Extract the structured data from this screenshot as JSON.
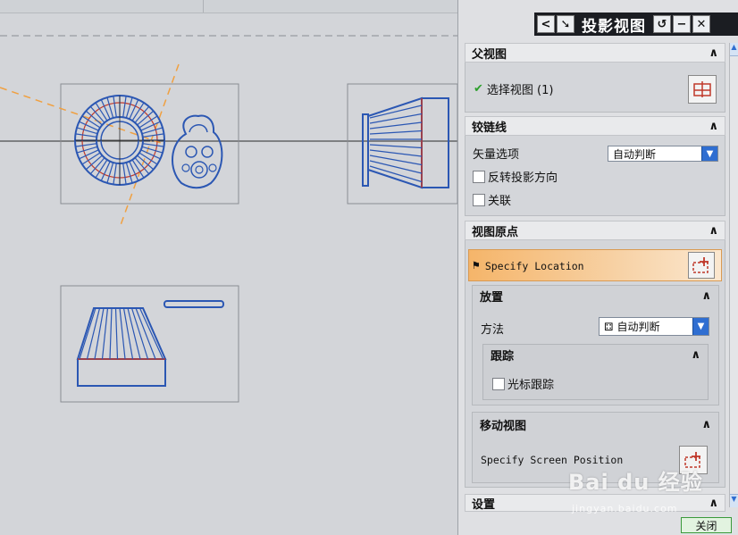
{
  "dialog": {
    "title": "投影视图",
    "back_glyph": "<",
    "arrow_glyph": "➘",
    "reset_glyph": "↺",
    "minimize_glyph": "−",
    "close_glyph": "✕"
  },
  "sections": {
    "parent_view": {
      "heading": "父视图",
      "select_label": "选择视图 (1)",
      "check_glyph": "✔"
    },
    "hinge_line": {
      "heading": "铰链线",
      "vector_label": "矢量选项",
      "vector_value": "自动判断",
      "reverse_label": "反转投影方向",
      "associative_label": "关联"
    },
    "view_origin": {
      "heading": "视图原点",
      "specify_location": "Specify Location",
      "placement": {
        "heading": "放置",
        "method_label": "方法",
        "method_value": "自动判断"
      },
      "tracking": {
        "heading": "跟踪",
        "cursor_tracking_label": "光标跟踪"
      },
      "move_view": {
        "heading": "移动视图",
        "specify_screen_position": "Specify Screen Position"
      }
    },
    "settings": {
      "heading": "设置"
    }
  },
  "collapse_glyph": "∧",
  "close_button_label": "关闭",
  "watermark": {
    "brand": "Bai du 经验",
    "url": "jingyan.baidu.com"
  },
  "colors": {
    "drawing_blue": "#2b57b3",
    "drawing_red": "#c0392b",
    "construction_orange": "#f0a040",
    "accent_blue": "#2f6ed1",
    "titlebar": "#1b1d22"
  }
}
